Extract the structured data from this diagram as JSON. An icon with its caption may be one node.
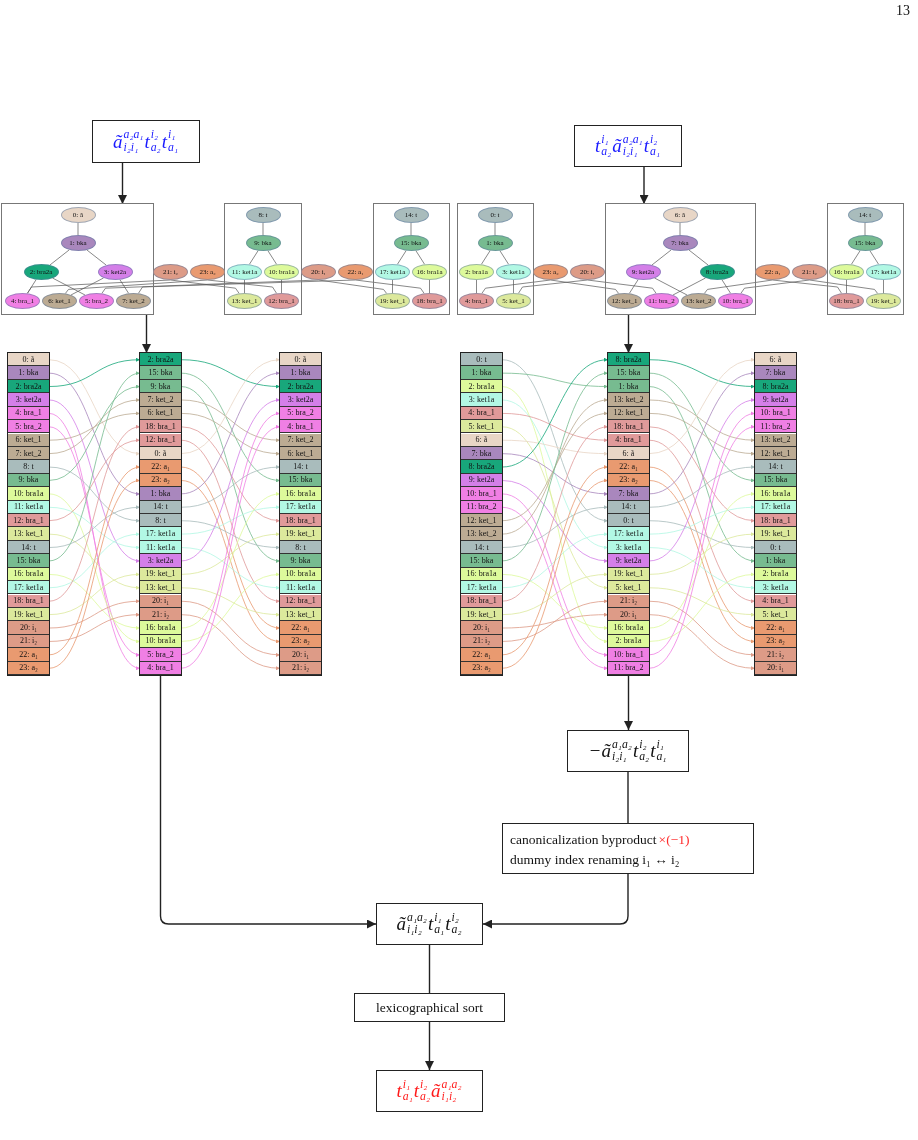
{
  "diagram": {
    "nodes": [
      {
        "text": [
          "ã$^{a₂a₁}$$_{i₂i₁}$t$^{i₂}$$_{a₂}$t$^{i₁}$$_{a₁}$"
        ]
      },
      {
        "text": [
          "t$^{i₁}$$_{a₂}$ã$^{a₂a₁}$$_{i₂i₁}$t$^{i₂}$$_{a₁}$"
        ]
      },
      {
        "text": [],
        "shape": "box"
      },
      {
        "text": [
          "0: ã"
        ],
        "in": 2
      },
      {
        "text": [
          "1: bka"
        ],
        "in": 2
      },
      {
        "text": [
          "2: bra2a"
        ],
        "in": 2
      },
      {
        "text": [
          "3: ket2a"
        ],
        "in": 2
      },
      {
        "text": [
          "4: bra_1"
        ],
        "in": 2
      },
      {
        "text": [
          "5: bra_2"
        ],
        "in": 2
      },
      {
        "text": [
          "6: ket_1"
        ],
        "in": 2
      },
      {
        "text": [
          "7: ket_2"
        ],
        "in": 2
      },
      {
        "text": [],
        "shape": "box"
      },
      {
        "text": [
          "8: t"
        ],
        "in": 11
      },
      {
        "text": [
          "9: bka"
        ],
        "in": 11
      },
      {
        "text": [
          "10: bra1a"
        ],
        "in": 11
      },
      {
        "text": [
          "11: ket1a"
        ],
        "in": 11
      },
      {
        "text": [
          "12: bra_1"
        ],
        "in": 11
      },
      {
        "text": [
          "13: ket_1"
        ],
        "in": 11
      },
      {
        "text": [],
        "shape": "box"
      },
      {
        "text": [
          "14: t"
        ],
        "in": 18
      },
      {
        "text": [
          "15: bka"
        ],
        "in": 18
      },
      {
        "text": [
          "16: bra1a"
        ],
        "in": 18
      },
      {
        "text": [
          "17: ket1a"
        ],
        "in": 18
      },
      {
        "text": [
          "18: bra_1"
        ],
        "in": 18
      },
      {
        "text": [
          "19: ket_1"
        ],
        "in": 18
      },
      {
        "text": [
          "20: i₁"
        ]
      },
      {
        "text": [
          "21: i₂"
        ]
      },
      {
        "text": [
          "22: a₁"
        ]
      },
      {
        "text": [
          "23: a₂"
        ]
      },
      {
        "text": [],
        "shape": "box"
      },
      {
        "text": [
          "0: t"
        ],
        "in": 29
      },
      {
        "text": [
          "1: bka"
        ],
        "in": 29
      },
      {
        "text": [
          "2: bra1a"
        ],
        "in": 29
      },
      {
        "text": [
          "3: ket1a"
        ],
        "in": 29
      },
      {
        "text": [
          "4: bra_1"
        ],
        "in": 29
      },
      {
        "text": [
          "5: ket_1"
        ],
        "in": 29
      },
      {
        "text": [],
        "shape": "box"
      },
      {
        "text": [
          "6: ã"
        ],
        "in": 36
      },
      {
        "text": [
          "7: bka"
        ],
        "in": 36
      },
      {
        "text": [
          "8: bra2a"
        ],
        "in": 36
      },
      {
        "text": [
          "9: ket2a"
        ],
        "in": 36
      },
      {
        "text": [
          "10: bra_1"
        ],
        "in": 36
      },
      {
        "text": [
          "11: bra_2"
        ],
        "in": 36
      },
      {
        "text": [
          "12: ket_1"
        ],
        "in": 36
      },
      {
        "text": [
          "13: ket_2"
        ],
        "in": 36
      },
      {
        "text": [],
        "shape": "box"
      },
      {
        "text": [
          "14: t"
        ],
        "in": 45
      },
      {
        "text": [
          "15: bka"
        ],
        "in": 45
      },
      {
        "text": [
          "16: bra1a"
        ],
        "in": 45
      },
      {
        "text": [
          "17: ket1a"
        ],
        "in": 45
      },
      {
        "text": [
          "18: bra_1"
        ],
        "in": 45
      },
      {
        "text": [
          "19: ket_1"
        ],
        "in": 45
      },
      {
        "text": [
          "20: i₁"
        ]
      },
      {
        "text": [
          "21: i₂"
        ]
      },
      {
        "text": [
          "22: a₁"
        ]
      },
      {
        "text": [
          "23: a₂"
        ]
      },
      {
        "text": [],
        "shape": "box"
      },
      {
        "text": [
          "0: ã"
        ],
        "in": 56
      },
      {
        "text": [
          "1: bka"
        ],
        "in": 56
      },
      {
        "text": [
          "2: bra2a"
        ],
        "in": 56
      },
      {
        "text": [
          "3: ket2a"
        ],
        "in": 56
      },
      {
        "text": [
          "4: bra_1"
        ],
        "in": 56
      },
      {
        "text": [
          "5: bra_2"
        ],
        "in": 56
      },
      {
        "text": [
          "6: ket_1"
        ],
        "in": 56
      },
      {
        "text": [
          "7: ket_2"
        ],
        "in": 56
      },
      {
        "text": [
          "8: t"
        ],
        "in": 56
      },
      {
        "text": [
          "9: bka"
        ],
        "in": 56
      },
      {
        "text": [
          "10: bra1a"
        ],
        "in": 56
      },
      {
        "text": [
          "11: ket1a"
        ],
        "in": 56
      },
      {
        "text": [
          "12: bra_1"
        ],
        "in": 56
      },
      {
        "text": [
          "13: ket_1"
        ],
        "in": 56
      },
      {
        "text": [
          "14: t"
        ],
        "in": 56
      },
      {
        "text": [
          "15: bka"
        ],
        "in": 56
      },
      {
        "text": [
          "16: bra1a"
        ],
        "in": 56
      },
      {
        "text": [
          "17: ket1a"
        ],
        "in": 56
      },
      {
        "text": [
          "18: bra_1"
        ],
        "in": 56
      },
      {
        "text": [
          "19: ket_1"
        ],
        "in": 56
      },
      {
        "text": [
          "20: i₁"
        ],
        "in": 56
      },
      {
        "text": [
          "21: i₂"
        ],
        "in": 56
      },
      {
        "text": [
          "22: a₁"
        ],
        "in": 56
      },
      {
        "text": [
          "23: a₂"
        ],
        "in": 56
      },
      {
        "text": [],
        "shape": "box"
      },
      {
        "text": [
          "2: bra2a"
        ],
        "in": 81
      },
      {
        "text": [
          "15: bka"
        ],
        "in": 81
      },
      {
        "text": [
          "9: bka"
        ],
        "in": 81
      },
      {
        "text": [
          "7: ket_2"
        ],
        "in": 81
      },
      {
        "text": [
          "6: ket_1"
        ],
        "in": 81
      },
      {
        "text": [
          "18: bra_1"
        ],
        "in": 81
      },
      {
        "text": [
          "12: bra_1"
        ],
        "in": 81
      },
      {
        "text": [
          "0: ã"
        ],
        "in": 81
      },
      {
        "text": [
          "22: a₁"
        ],
        "in": 81
      },
      {
        "text": [
          "23: a₂"
        ],
        "in": 81
      },
      {
        "text": [
          "1: bka"
        ],
        "in": 81
      },
      {
        "text": [
          "14: t"
        ],
        "in": 81
      },
      {
        "text": [
          "8: t"
        ],
        "in": 81
      },
      {
        "text": [
          "17: ket1a"
        ],
        "in": 81
      },
      {
        "text": [
          "11: ket1a"
        ],
        "in": 81
      },
      {
        "text": [
          "3: ket2a"
        ],
        "in": 81
      },
      {
        "text": [
          "19: ket_1"
        ],
        "in": 81
      },
      {
        "text": [
          "13: ket_1"
        ],
        "in": 81
      },
      {
        "text": [
          "20: i₁"
        ],
        "in": 81
      },
      {
        "text": [
          "21: i₂"
        ],
        "in": 81
      },
      {
        "text": [
          "16: bra1a"
        ],
        "in": 81
      },
      {
        "text": [
          "10: bra1a"
        ],
        "in": 81
      },
      {
        "text": [
          "5: bra_2"
        ],
        "in": 81
      },
      {
        "text": [
          "4: bra_1"
        ],
        "in": 81
      },
      {
        "text": [],
        "shape": "box"
      },
      {
        "text": [
          "0: ã"
        ],
        "in": 106
      },
      {
        "text": [
          "1: bka"
        ],
        "in": 106
      },
      {
        "text": [
          "2: bra2a"
        ],
        "in": 106
      },
      {
        "text": [
          "3: ket2a"
        ],
        "in": 106
      },
      {
        "text": [
          "5: bra_2"
        ],
        "in": 106
      },
      {
        "text": [
          "4: bra_1"
        ],
        "in": 106
      },
      {
        "text": [
          "7: ket_2"
        ],
        "in": 106
      },
      {
        "text": [
          "6: ket_1"
        ],
        "in": 106
      },
      {
        "text": [
          "14: t"
        ],
        "in": 106
      },
      {
        "text": [
          "15: bka"
        ],
        "in": 106
      },
      {
        "text": [
          "16: bra1a"
        ],
        "in": 106
      },
      {
        "text": [
          "17: ket1a"
        ],
        "in": 106
      },
      {
        "text": [
          "18: bra_1"
        ],
        "in": 106
      },
      {
        "text": [
          "19: ket_1"
        ],
        "in": 106
      },
      {
        "text": [
          "8: t"
        ],
        "in": 106
      },
      {
        "text": [
          "9: bka"
        ],
        "in": 106
      },
      {
        "text": [
          "10: bra1a"
        ],
        "in": 106
      },
      {
        "text": [
          "11: ket1a"
        ],
        "in": 106
      },
      {
        "text": [
          "12: bra_1"
        ],
        "in": 106
      },
      {
        "text": [
          "13: ket_1"
        ],
        "in": 106
      },
      {
        "text": [
          "22: a₁"
        ],
        "in": 106
      },
      {
        "text": [
          "23: a₂"
        ],
        "in": 106
      },
      {
        "text": [
          "20: i₁"
        ],
        "in": 106
      },
      {
        "text": [
          "21: i₂"
        ],
        "in": 106
      },
      {
        "text": [],
        "shape": "box"
      },
      {
        "text": [
          "0: t"
        ],
        "in": 131
      },
      {
        "text": [
          "1: bka"
        ],
        "in": 131
      },
      {
        "text": [
          "2: bra1a"
        ],
        "in": 131
      },
      {
        "text": [
          "3: ket1a"
        ],
        "in": 131
      },
      {
        "text": [
          "4: bra_1"
        ],
        "in": 131
      },
      {
        "text": [
          "5: ket_1"
        ],
        "in": 131
      },
      {
        "text": [
          "6: ã"
        ],
        "in": 131
      },
      {
        "text": [
          "7: bka"
        ],
        "in": 131
      },
      {
        "text": [
          "8: bra2a"
        ],
        "in": 131
      },
      {
        "text": [
          "9: ket2a"
        ],
        "in": 131
      },
      {
        "text": [
          "10: bra_1"
        ],
        "in": 131
      },
      {
        "text": [
          "11: bra_2"
        ],
        "in": 131
      },
      {
        "text": [
          "12: ket_1"
        ],
        "in": 131
      },
      {
        "text": [
          "13: ket_2"
        ],
        "in": 131
      },
      {
        "text": [
          "14: t"
        ],
        "in": 131
      },
      {
        "text": [
          "15: bka"
        ],
        "in": 131
      },
      {
        "text": [
          "16: bra1a"
        ],
        "in": 131
      },
      {
        "text": [
          "17: ket1a"
        ],
        "in": 131
      },
      {
        "text": [
          "18: bra_1"
        ],
        "in": 131
      },
      {
        "text": [
          "19: ket_1"
        ],
        "in": 131
      },
      {
        "text": [
          "20: i₁"
        ],
        "in": 131
      },
      {
        "text": [
          "21: i₂"
        ],
        "in": 131
      },
      {
        "text": [
          "22: a₁"
        ],
        "in": 131
      },
      {
        "text": [
          "23: a₂"
        ],
        "in": 131
      },
      {
        "text": [],
        "shape": "box"
      },
      {
        "text": [
          "8: bra2a"
        ],
        "in": 156
      },
      {
        "text": [
          "15: bka"
        ],
        "in": 156
      },
      {
        "text": [
          "1: bka"
        ],
        "in": 156
      },
      {
        "text": [
          "13: ket_2"
        ],
        "in": 156
      },
      {
        "text": [
          "12: ket_1"
        ],
        "in": 156
      },
      {
        "text": [
          "18: bra_1"
        ],
        "in": 156
      },
      {
        "text": [
          "4: bra_1"
        ],
        "in": 156
      },
      {
        "text": [
          "6: ã"
        ],
        "in": 156
      },
      {
        "text": [
          "22: a₁"
        ],
        "in": 156
      },
      {
        "text": [
          "23: a₂"
        ],
        "in": 156
      },
      {
        "text": [
          "7: bka"
        ],
        "in": 156
      },
      {
        "text": [
          "14: t"
        ],
        "in": 156
      },
      {
        "text": [
          "0: t"
        ],
        "in": 156
      },
      {
        "text": [
          "17: ket1a"
        ],
        "in": 156
      },
      {
        "text": [
          "3: ket1a"
        ],
        "in": 156
      },
      {
        "text": [
          "9: ket2a"
        ],
        "in": 156
      },
      {
        "text": [
          "19: ket_1"
        ],
        "in": 156
      },
      {
        "text": [
          "5: ket_1"
        ],
        "in": 156
      },
      {
        "text": [
          "21: i₂"
        ],
        "in": 156
      },
      {
        "text": [
          "20: i₁"
        ],
        "in": 156
      },
      {
        "text": [
          "16: bra1a"
        ],
        "in": 156
      },
      {
        "text": [
          "2: bra1a"
        ],
        "in": 156
      },
      {
        "text": [
          "10: bra_1"
        ],
        "in": 156
      },
      {
        "text": [
          "11: bra_2"
        ],
        "in": 156
      },
      {
        "text": [],
        "shape": "box"
      },
      {
        "text": [
          "6: ã"
        ],
        "in": 181
      },
      {
        "text": [
          "7: bka"
        ],
        "in": 181
      },
      {
        "text": [
          "8: bra2a"
        ],
        "in": 181
      },
      {
        "text": [
          "9: ket2a"
        ],
        "in": 181
      },
      {
        "text": [
          "10: bra_1"
        ],
        "in": 181
      },
      {
        "text": [
          "11: bra_2"
        ],
        "in": 181
      },
      {
        "text": [
          "13: ket_2"
        ],
        "in": 181
      },
      {
        "text": [
          "12: ket_1"
        ],
        "in": 181
      },
      {
        "text": [
          "14: t"
        ],
        "in": 181
      },
      {
        "text": [
          "15: bka"
        ],
        "in": 181
      },
      {
        "text": [
          "16: bra1a"
        ],
        "in": 181
      },
      {
        "text": [
          "17: ket1a"
        ],
        "in": 181
      },
      {
        "text": [
          "18: bra_1"
        ],
        "in": 181
      },
      {
        "text": [
          "19: ket_1"
        ],
        "in": 181
      },
      {
        "text": [
          "0: t"
        ],
        "in": 181
      },
      {
        "text": [
          "1: bka"
        ],
        "in": 181
      },
      {
        "text": [
          "2: bra1a"
        ],
        "in": 181
      },
      {
        "text": [
          "3: ket1a"
        ],
        "in": 181
      },
      {
        "text": [
          "4: bra_1"
        ],
        "in": 181
      },
      {
        "text": [
          "5: ket_1"
        ],
        "in": 181
      },
      {
        "text": [
          "22: a₁"
        ],
        "in": 181
      },
      {
        "text": [
          "23: a₂"
        ],
        "in": 181
      },
      {
        "text": [
          "21: i₂"
        ],
        "in": 181
      },
      {
        "text": [
          "20: i₁"
        ],
        "in": 181
      },
      {
        "text": [
          "−ã$^{a₁a₂}$$_{i₂i₁}$t$^{i₂}$$_{a₂}$t$^{i₁}$$_{a₁}$"
        ]
      },
      {
        "text": [
          "canonicalization byproduct",
          "×(−1)",
          "dummy index renaming i₁ ↔ i₂"
        ]
      },
      {
        "text": [
          "ã$^{a₁a₂}$$_{i₁i₂}$t$^{i₁}$$_{a₁}$t$^{i₂}$$_{a₂}$"
        ]
      },
      {
        "text": [
          "lexicographical sort"
        ]
      },
      {
        "text": [
          "t$^{i₁}$$_{a₁}$t$^{i₂}$$_{a₂}$ã$^{a₁a₂}$$_{i₁i₂}$"
        ]
      }
    ],
    "edges": [
      {
        "from": 0,
        "to": 2,
        "arrow": "to"
      },
      {
        "from": 2,
        "to": 81,
        "arrow": "to"
      },
      {
        "from": 1,
        "to": 36,
        "arrow": "to"
      },
      {
        "from": 36,
        "to": 156,
        "arrow": "to"
      },
      {
        "from": 81,
        "to": 208,
        "arrow": "to"
      },
      {
        "from": 156,
        "to": 206,
        "arrow": "to"
      },
      {
        "from": 206,
        "to": 207,
        "arrow": "none"
      },
      {
        "from": 207,
        "to": 208,
        "arrow": "to"
      },
      {
        "from": 208,
        "to": 209,
        "arrow": "none"
      },
      {
        "from": 209,
        "to": 210,
        "arrow": "to"
      },
      {
        "from": 3,
        "to": 4,
        "arrow": "none"
      },
      {
        "from": 4,
        "to": 5,
        "arrow": "none"
      },
      {
        "from": 4,
        "to": 6,
        "arrow": "none"
      },
      {
        "from": 5,
        "to": 7,
        "arrow": "none"
      },
      {
        "from": 5,
        "to": 8,
        "arrow": "none"
      },
      {
        "from": 6,
        "to": 9,
        "arrow": "none"
      },
      {
        "from": 6,
        "to": 10,
        "arrow": "none"
      },
      {
        "from": 12,
        "to": 13,
        "arrow": "none"
      },
      {
        "from": 13,
        "to": 15,
        "arrow": "none"
      },
      {
        "from": 13,
        "to": 14,
        "arrow": "none"
      },
      {
        "from": 15,
        "to": 17,
        "arrow": "none"
      },
      {
        "from": 14,
        "to": 16,
        "arrow": "none"
      },
      {
        "from": 19,
        "to": 20,
        "arrow": "none"
      },
      {
        "from": 20,
        "to": 22,
        "arrow": "none"
      },
      {
        "from": 20,
        "to": 21,
        "arrow": "none"
      },
      {
        "from": 22,
        "to": 24,
        "arrow": "none"
      },
      {
        "from": 21,
        "to": 23,
        "arrow": "none"
      },
      {
        "from": 26,
        "to": 7,
        "arrow": "none"
      },
      {
        "from": 26,
        "to": 17,
        "arrow": "none"
      },
      {
        "from": 28,
        "to": 9,
        "arrow": "none"
      },
      {
        "from": 28,
        "to": 16,
        "arrow": "none"
      },
      {
        "from": 25,
        "to": 8,
        "arrow": "none"
      },
      {
        "from": 25,
        "to": 24,
        "arrow": "none"
      },
      {
        "from": 27,
        "to": 10,
        "arrow": "none"
      },
      {
        "from": 27,
        "to": 23,
        "arrow": "none"
      },
      {
        "from": 30,
        "to": 31,
        "arrow": "none"
      },
      {
        "from": 31,
        "to": 32,
        "arrow": "none"
      },
      {
        "from": 31,
        "to": 33,
        "arrow": "none"
      },
      {
        "from": 32,
        "to": 34,
        "arrow": "none"
      },
      {
        "from": 33,
        "to": 35,
        "arrow": "none"
      },
      {
        "from": 37,
        "to": 38,
        "arrow": "none"
      },
      {
        "from": 38,
        "to": 40,
        "arrow": "none"
      },
      {
        "from": 38,
        "to": 39,
        "arrow": "none"
      },
      {
        "from": 40,
        "to": 43,
        "arrow": "none"
      },
      {
        "from": 40,
        "to": 44,
        "arrow": "none"
      },
      {
        "from": 39,
        "to": 42,
        "arrow": "none"
      },
      {
        "from": 39,
        "to": 41,
        "arrow": "none"
      },
      {
        "from": 46,
        "to": 47,
        "arrow": "none"
      },
      {
        "from": 47,
        "to": 48,
        "arrow": "none"
      },
      {
        "from": 47,
        "to": 49,
        "arrow": "none"
      },
      {
        "from": 48,
        "to": 50,
        "arrow": "none"
      },
      {
        "from": 49,
        "to": 51,
        "arrow": "none"
      },
      {
        "from": 55,
        "to": 34,
        "arrow": "none"
      },
      {
        "from": 55,
        "to": 43,
        "arrow": "none"
      },
      {
        "from": 52,
        "to": 35,
        "arrow": "none"
      },
      {
        "from": 52,
        "to": 42,
        "arrow": "none"
      },
      {
        "from": 54,
        "to": 44,
        "arrow": "none"
      },
      {
        "from": 54,
        "to": 50,
        "arrow": "none"
      },
      {
        "from": 53,
        "to": 41,
        "arrow": "none"
      },
      {
        "from": 53,
        "to": 51,
        "arrow": "none"
      },
      {
        "from": 57,
        "to": 89,
        "arrow": "to",
        "color": "#e8d6c6"
      },
      {
        "from": 58,
        "to": 92,
        "arrow": "to",
        "color": "#a987bd"
      },
      {
        "from": 59,
        "to": 82,
        "arrow": "to",
        "color": "#18a77b"
      },
      {
        "from": 60,
        "to": 97,
        "arrow": "to",
        "color": "#d47fe8"
      },
      {
        "from": 61,
        "to": 105,
        "arrow": "to",
        "color": "#f07fe4"
      },
      {
        "from": 62,
        "to": 104,
        "arrow": "to",
        "color": "#f07fe4"
      },
      {
        "from": 63,
        "to": 86,
        "arrow": "to",
        "color": "#bcab93"
      },
      {
        "from": 64,
        "to": 85,
        "arrow": "to",
        "color": "#bcab93"
      },
      {
        "from": 65,
        "to": 94,
        "arrow": "to",
        "color": "#a9bcbc"
      },
      {
        "from": 66,
        "to": 84,
        "arrow": "to",
        "color": "#77bb90"
      },
      {
        "from": 67,
        "to": 103,
        "arrow": "to",
        "color": "#ddfa9b"
      },
      {
        "from": 68,
        "to": 96,
        "arrow": "to",
        "color": "#b2f8e4"
      },
      {
        "from": 69,
        "to": 88,
        "arrow": "to",
        "color": "#e09a9a"
      },
      {
        "from": 70,
        "to": 99,
        "arrow": "to",
        "color": "#dce99c"
      },
      {
        "from": 71,
        "to": 93,
        "arrow": "to",
        "color": "#a9bcbc"
      },
      {
        "from": 72,
        "to": 83,
        "arrow": "to",
        "color": "#77bb90"
      },
      {
        "from": 73,
        "to": 102,
        "arrow": "to",
        "color": "#ddfa9b"
      },
      {
        "from": 74,
        "to": 95,
        "arrow": "to",
        "color": "#b2f8e4"
      },
      {
        "from": 75,
        "to": 87,
        "arrow": "to",
        "color": "#e09a9a"
      },
      {
        "from": 76,
        "to": 98,
        "arrow": "to",
        "color": "#dce99c"
      },
      {
        "from": 77,
        "to": 100,
        "arrow": "to",
        "color": "#dd9b87"
      },
      {
        "from": 78,
        "to": 101,
        "arrow": "to",
        "color": "#dd9b87"
      },
      {
        "from": 79,
        "to": 90,
        "arrow": "to",
        "color": "#e99a70"
      },
      {
        "from": 80,
        "to": 91,
        "arrow": "to",
        "color": "#e99a70"
      },
      {
        "from": 82,
        "to": 109,
        "arrow": "to",
        "color": "#18a77b"
      },
      {
        "from": 83,
        "to": 116,
        "arrow": "to",
        "color": "#77bb90"
      },
      {
        "from": 84,
        "to": 122,
        "arrow": "to",
        "color": "#77bb90"
      },
      {
        "from": 85,
        "to": 113,
        "arrow": "to",
        "color": "#bcab93"
      },
      {
        "from": 86,
        "to": 114,
        "arrow": "to",
        "color": "#bcab93"
      },
      {
        "from": 87,
        "to": 119,
        "arrow": "to",
        "color": "#e09a9a"
      },
      {
        "from": 88,
        "to": 125,
        "arrow": "to",
        "color": "#e09a9a"
      },
      {
        "from": 89,
        "to": 107,
        "arrow": "to",
        "color": "#e8d6c6"
      },
      {
        "from": 90,
        "to": 127,
        "arrow": "to",
        "color": "#e99a70"
      },
      {
        "from": 91,
        "to": 128,
        "arrow": "to",
        "color": "#e99a70"
      },
      {
        "from": 92,
        "to": 108,
        "arrow": "to",
        "color": "#a987bd"
      },
      {
        "from": 93,
        "to": 115,
        "arrow": "to",
        "color": "#a9bcbc"
      },
      {
        "from": 94,
        "to": 121,
        "arrow": "to",
        "color": "#a9bcbc"
      },
      {
        "from": 95,
        "to": 118,
        "arrow": "to",
        "color": "#b2f8e4"
      },
      {
        "from": 96,
        "to": 124,
        "arrow": "to",
        "color": "#b2f8e4"
      },
      {
        "from": 97,
        "to": 110,
        "arrow": "to",
        "color": "#d47fe8"
      },
      {
        "from": 98,
        "to": 120,
        "arrow": "to",
        "color": "#dce99c"
      },
      {
        "from": 99,
        "to": 126,
        "arrow": "to",
        "color": "#dce99c"
      },
      {
        "from": 100,
        "to": 129,
        "arrow": "to",
        "color": "#dd9b87"
      },
      {
        "from": 101,
        "to": 130,
        "arrow": "to",
        "color": "#dd9b87"
      },
      {
        "from": 102,
        "to": 117,
        "arrow": "to",
        "color": "#ddfa9b"
      },
      {
        "from": 103,
        "to": 123,
        "arrow": "to",
        "color": "#ddfa9b"
      },
      {
        "from": 104,
        "to": 111,
        "arrow": "to",
        "color": "#f07fe4"
      },
      {
        "from": 105,
        "to": 112,
        "arrow": "to",
        "color": "#f07fe4"
      },
      {
        "from": 132,
        "to": 169,
        "arrow": "to",
        "color": "#a9bcbc"
      },
      {
        "from": 133,
        "to": 159,
        "arrow": "to",
        "color": "#77bb90"
      },
      {
        "from": 134,
        "to": 178,
        "arrow": "to",
        "color": "#ddfa9b"
      },
      {
        "from": 135,
        "to": 171,
        "arrow": "to",
        "color": "#b2f8e4"
      },
      {
        "from": 136,
        "to": 163,
        "arrow": "to",
        "color": "#e09a9a"
      },
      {
        "from": 137,
        "to": 174,
        "arrow": "to",
        "color": "#dce99c"
      },
      {
        "from": 138,
        "to": 164,
        "arrow": "to",
        "color": "#e8d6c6"
      },
      {
        "from": 139,
        "to": 167,
        "arrow": "to",
        "color": "#a987bd"
      },
      {
        "from": 140,
        "to": 157,
        "arrow": "to",
        "color": "#18a77b"
      },
      {
        "from": 141,
        "to": 172,
        "arrow": "to",
        "color": "#d47fe8"
      },
      {
        "from": 142,
        "to": 179,
        "arrow": "to",
        "color": "#f07fe4"
      },
      {
        "from": 143,
        "to": 180,
        "arrow": "to",
        "color": "#f07fe4"
      },
      {
        "from": 144,
        "to": 161,
        "arrow": "to",
        "color": "#bcab93"
      },
      {
        "from": 145,
        "to": 160,
        "arrow": "to",
        "color": "#bcab93"
      },
      {
        "from": 146,
        "to": 168,
        "arrow": "to",
        "color": "#a9bcbc"
      },
      {
        "from": 147,
        "to": 158,
        "arrow": "to",
        "color": "#77bb90"
      },
      {
        "from": 148,
        "to": 177,
        "arrow": "to",
        "color": "#ddfa9b"
      },
      {
        "from": 149,
        "to": 170,
        "arrow": "to",
        "color": "#b2f8e4"
      },
      {
        "from": 150,
        "to": 162,
        "arrow": "to",
        "color": "#e09a9a"
      },
      {
        "from": 151,
        "to": 173,
        "arrow": "to",
        "color": "#dce99c"
      },
      {
        "from": 152,
        "to": 176,
        "arrow": "to",
        "color": "#dd9b87"
      },
      {
        "from": 153,
        "to": 175,
        "arrow": "to",
        "color": "#dd9b87"
      },
      {
        "from": 154,
        "to": 165,
        "arrow": "to",
        "color": "#e99a70"
      },
      {
        "from": 155,
        "to": 166,
        "arrow": "to",
        "color": "#e99a70"
      },
      {
        "from": 157,
        "to": 184,
        "arrow": "to",
        "color": "#18a77b"
      },
      {
        "from": 158,
        "to": 191,
        "arrow": "to",
        "color": "#77bb90"
      },
      {
        "from": 159,
        "to": 197,
        "arrow": "to",
        "color": "#77bb90"
      },
      {
        "from": 160,
        "to": 188,
        "arrow": "to",
        "color": "#bcab93"
      },
      {
        "from": 161,
        "to": 189,
        "arrow": "to",
        "color": "#bcab93"
      },
      {
        "from": 162,
        "to": 194,
        "arrow": "to",
        "color": "#e09a9a"
      },
      {
        "from": 163,
        "to": 200,
        "arrow": "to",
        "color": "#e09a9a"
      },
      {
        "from": 164,
        "to": 182,
        "arrow": "to",
        "color": "#e8d6c6"
      },
      {
        "from": 165,
        "to": 202,
        "arrow": "to",
        "color": "#e99a70"
      },
      {
        "from": 166,
        "to": 203,
        "arrow": "to",
        "color": "#e99a70"
      },
      {
        "from": 167,
        "to": 183,
        "arrow": "to",
        "color": "#a987bd"
      },
      {
        "from": 168,
        "to": 190,
        "arrow": "to",
        "color": "#a9bcbc"
      },
      {
        "from": 169,
        "to": 196,
        "arrow": "to",
        "color": "#a9bcbc"
      },
      {
        "from": 170,
        "to": 193,
        "arrow": "to",
        "color": "#b2f8e4"
      },
      {
        "from": 171,
        "to": 199,
        "arrow": "to",
        "color": "#b2f8e4"
      },
      {
        "from": 172,
        "to": 185,
        "arrow": "to",
        "color": "#d47fe8"
      },
      {
        "from": 173,
        "to": 195,
        "arrow": "to",
        "color": "#dce99c"
      },
      {
        "from": 174,
        "to": 201,
        "arrow": "to",
        "color": "#dce99c"
      },
      {
        "from": 175,
        "to": 204,
        "arrow": "to",
        "color": "#dd9b87"
      },
      {
        "from": 176,
        "to": 205,
        "arrow": "to",
        "color": "#dd9b87"
      },
      {
        "from": 177,
        "to": 192,
        "arrow": "to",
        "color": "#ddfa9b"
      },
      {
        "from": 178,
        "to": 198,
        "arrow": "to",
        "color": "#ddfa9b"
      },
      {
        "from": 179,
        "to": 186,
        "arrow": "to",
        "color": "#f07fe4"
      },
      {
        "from": 180,
        "to": 187,
        "arrow": "to",
        "color": "#f07fe4"
      }
    ],
    "labels": [
      "13"
    ]
  }
}
